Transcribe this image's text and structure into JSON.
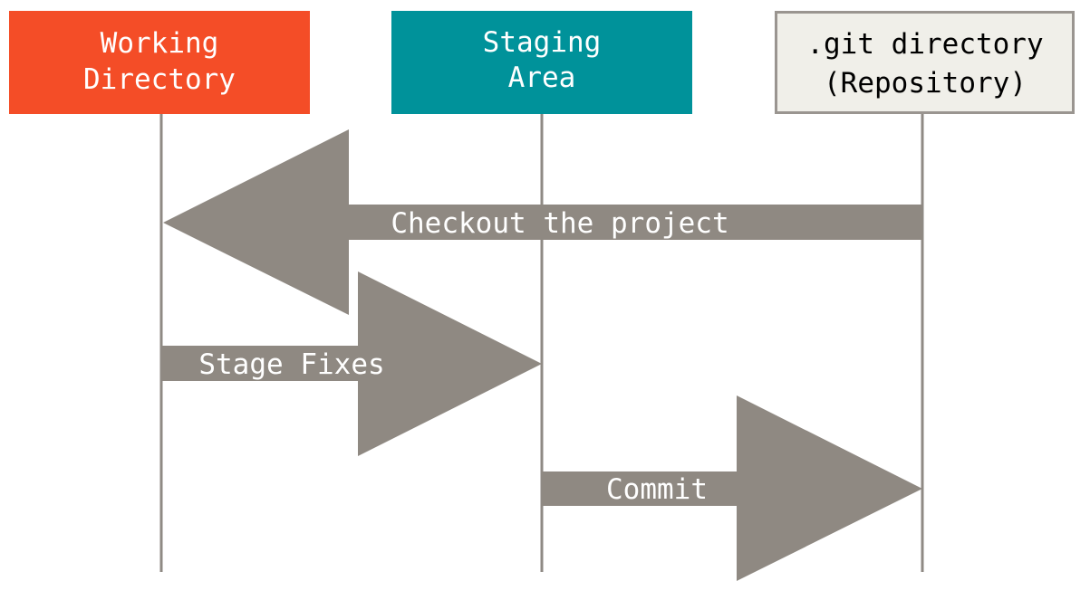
{
  "colors": {
    "working_directory_fill": "#f44d27",
    "staging_area_fill": "#00929a",
    "repository_fill": "#f0efe9",
    "repository_border": "#9a9590",
    "lane_line": "#8f8a84",
    "arrow_fill": "#8f8982",
    "light_text": "#ffffff",
    "dark_text": "#000000"
  },
  "columns": {
    "working_directory": {
      "line1": "Working",
      "line2": "Directory"
    },
    "staging_area": {
      "line1": "Staging",
      "line2": "Area"
    },
    "repository": {
      "line1": ".git directory",
      "line2": "(Repository)"
    }
  },
  "arrows": {
    "checkout": {
      "label": "Checkout the project",
      "direction": "left"
    },
    "stage": {
      "label": "Stage Fixes",
      "direction": "right"
    },
    "commit": {
      "label": "Commit",
      "direction": "right"
    }
  }
}
